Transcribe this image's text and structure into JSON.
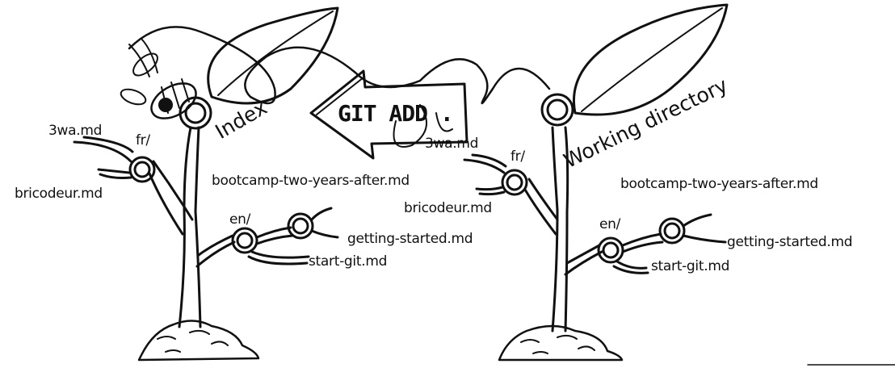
{
  "arrow": {
    "label": "GIT ADD ."
  },
  "trees": {
    "index": {
      "title": "Index",
      "files": {
        "fr_dir": "fr/",
        "wa": "3wa.md",
        "bricodeur": "bricodeur.md",
        "bootcamp": "bootcamp-two-years-after.md",
        "en_dir": "en/",
        "getting_started": "getting-started.md",
        "start_git": "start-git.md"
      }
    },
    "working": {
      "title": "Working directory",
      "files": {
        "fr_dir": "fr/",
        "wa": "3wa.md",
        "bricodeur": "bricodeur.md",
        "bootcamp": "bootcamp-two-years-after.md",
        "en_dir": "en/",
        "getting_started": "getting-started.md",
        "start_git": "start-git.md"
      }
    }
  },
  "colors": {
    "ink": "#111111",
    "background": "#ffffff"
  }
}
